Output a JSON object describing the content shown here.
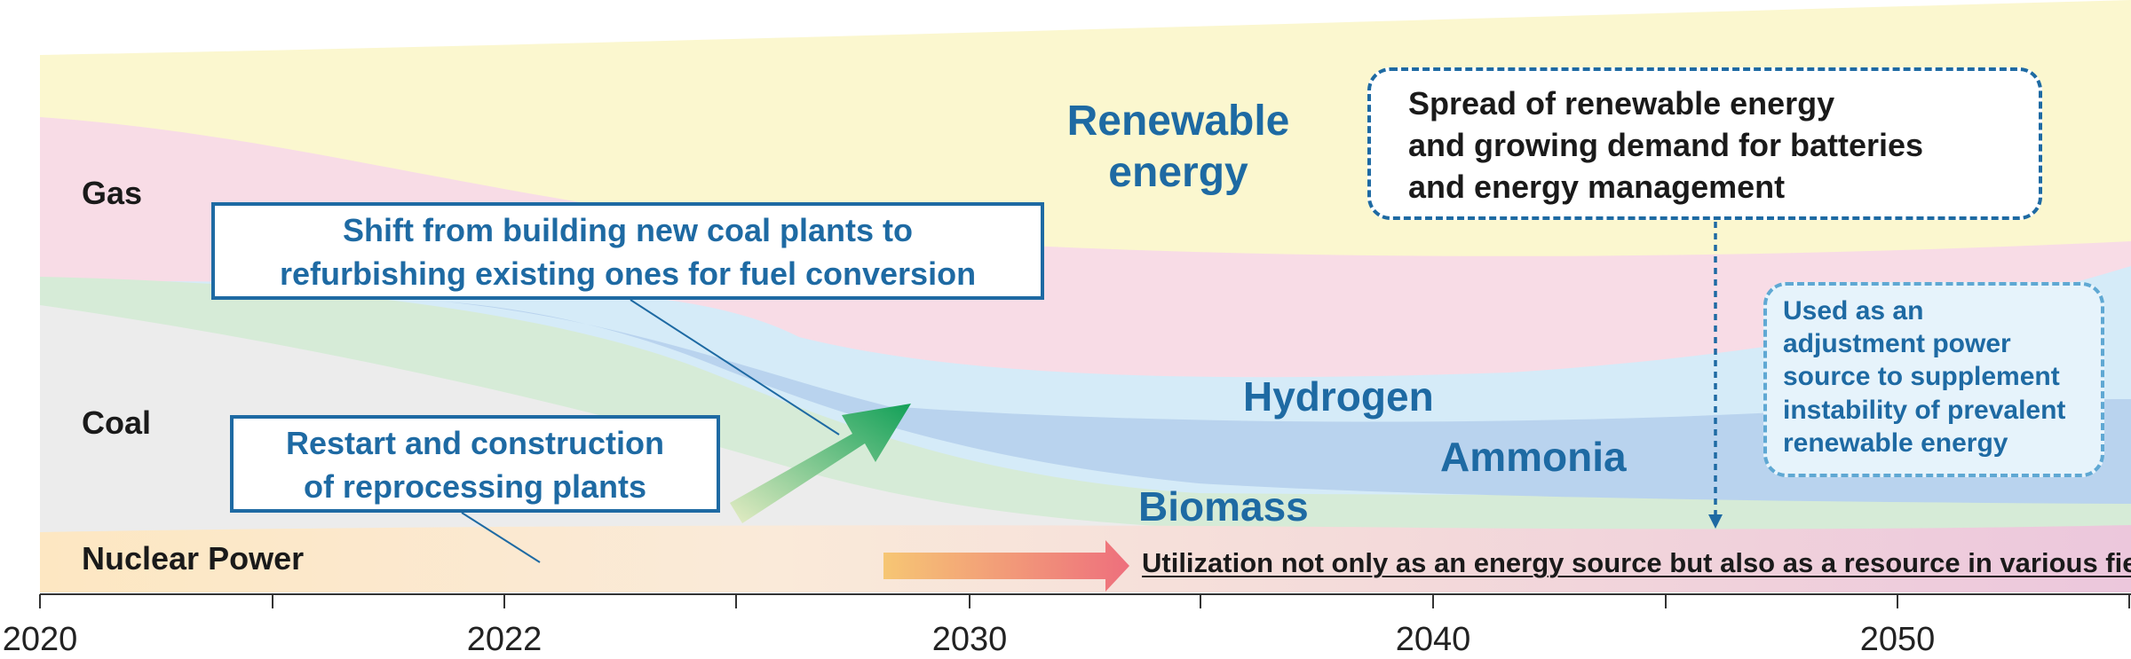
{
  "sources": {
    "gas": "Gas",
    "coal": "Coal",
    "nuclear": "Nuclear Power",
    "renewable_line1": "Renewable",
    "renewable_line2": "energy",
    "hydrogen": "Hydrogen",
    "ammonia": "Ammonia",
    "biomass": "Biomass"
  },
  "callouts": {
    "coal_shift_line1": "Shift from building new coal plants to",
    "coal_shift_line2": "refurbishing existing ones for fuel conversion",
    "reprocessing_line1": "Restart and construction",
    "reprocessing_line2": "of reprocessing plants",
    "renewable_spread_line1": "Spread of renewable energy",
    "renewable_spread_line2": "and growing demand for batteries",
    "renewable_spread_line3": "and energy management",
    "adjustment_line1": "Used as an",
    "adjustment_line2": "adjustment power",
    "adjustment_line3": "source to supplement",
    "adjustment_line4": "instability of prevalent",
    "adjustment_line5": "renewable energy",
    "nuclear_utilization": "Utilization not only as an energy source but also as a resource in various fields"
  },
  "axis_ticks": [
    "2020",
    "2022",
    "2030",
    "2040",
    "2050"
  ],
  "colors": {
    "renewable": "#fbf7cf",
    "gas": "#f8dce6",
    "coal": "#ececec",
    "biomass": "#d6ebd7",
    "ammonia": "#b9d3ee",
    "hydrogen": "#d5ebf8",
    "nuclear_start": "#fde7c2",
    "nuclear_end": "#ecc7dc",
    "accent_blue": "#1e6aa3",
    "arrow_green": "#19a05a"
  }
}
